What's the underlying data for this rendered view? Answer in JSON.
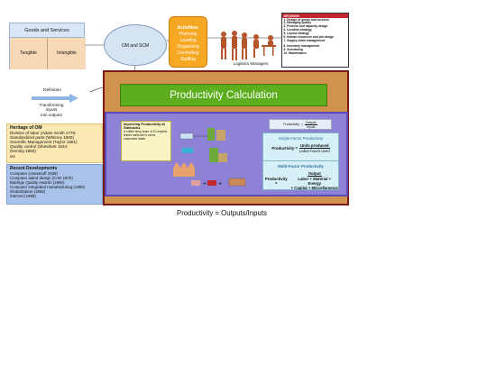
{
  "goods_services": {
    "title": "Goods and Services",
    "tangible": "Tangible",
    "intangible": "Intangible"
  },
  "om_scm": "OM and SCM",
  "activities": {
    "title": "Activities:",
    "items": [
      "Planning",
      "Leading",
      "Organizing",
      "Controlling",
      "Staffing"
    ]
  },
  "logistics_label": "Logistics Managers",
  "decision": {
    "title": "DECISION",
    "items": [
      "1.   Design of goods and services",
      "2.   Managing quality",
      "3.   Process and capacity design",
      "4.   Location strategy",
      "5.   Layout strategy",
      "6.   Human resources and job design",
      "7.   Supply-chain management",
      "8.   Inventory management",
      "9.   Scheduling",
      "10. Maintenance"
    ]
  },
  "definition": {
    "label": "Definition",
    "text": [
      "Transforming",
      "inputs",
      "into outputs"
    ]
  },
  "heritage": {
    "title": "Heritage of OM",
    "items": [
      "Division of labor (Adam Smith 1776;",
      "Standardized parts (Whitney 1800)",
      "Scientific Management (Taylor 1881)",
      "Quality control (Shewhart 1924;",
      "Deming 1950)",
      "etc"
    ]
  },
  "recent": {
    "title": "Recent Developments",
    "items": [
      "Computer (Atanasoff 1938)",
      "Computer aided design (CAD 1970)",
      "Baldrige Quality Awards (1980)",
      "Computer integrated manufacturing (1990)",
      "Globalization (1992)",
      "Internet (1995)"
    ]
  },
  "productivity_title": "Productivity Calculation",
  "sticky": {
    "title": "Improving Productivity at Starbucks",
    "text": "A coffee shop team of 10 experts tested methods to serve customers faster"
  },
  "mini_formula": {
    "lhs": "Productivity",
    "num": "Outputs",
    "den": "Inputs"
  },
  "single_factor": {
    "title": "Single-Factor Productivity",
    "lhs": "Productivity =",
    "num": "Units produced",
    "den": "Labor-hours used"
  },
  "multi_factor": {
    "title": "Multi-Factor Productivity",
    "lhs": "Productivity =",
    "num": "Output",
    "den1": "Labor + Material + Energy",
    "den2": "+ Capital + Miscellaneous"
  },
  "caption": "Productivity = Outputs/Inputs",
  "colors": {
    "activities": "#f7a823",
    "panel": "#d1924f",
    "panel_border": "#7a1a12",
    "productivity_bar": "#5cae1e",
    "inner": "#8e82d6",
    "decision_header": "#c0282d",
    "heritage": "#fbe8b3",
    "recent": "#a9c3ea"
  }
}
